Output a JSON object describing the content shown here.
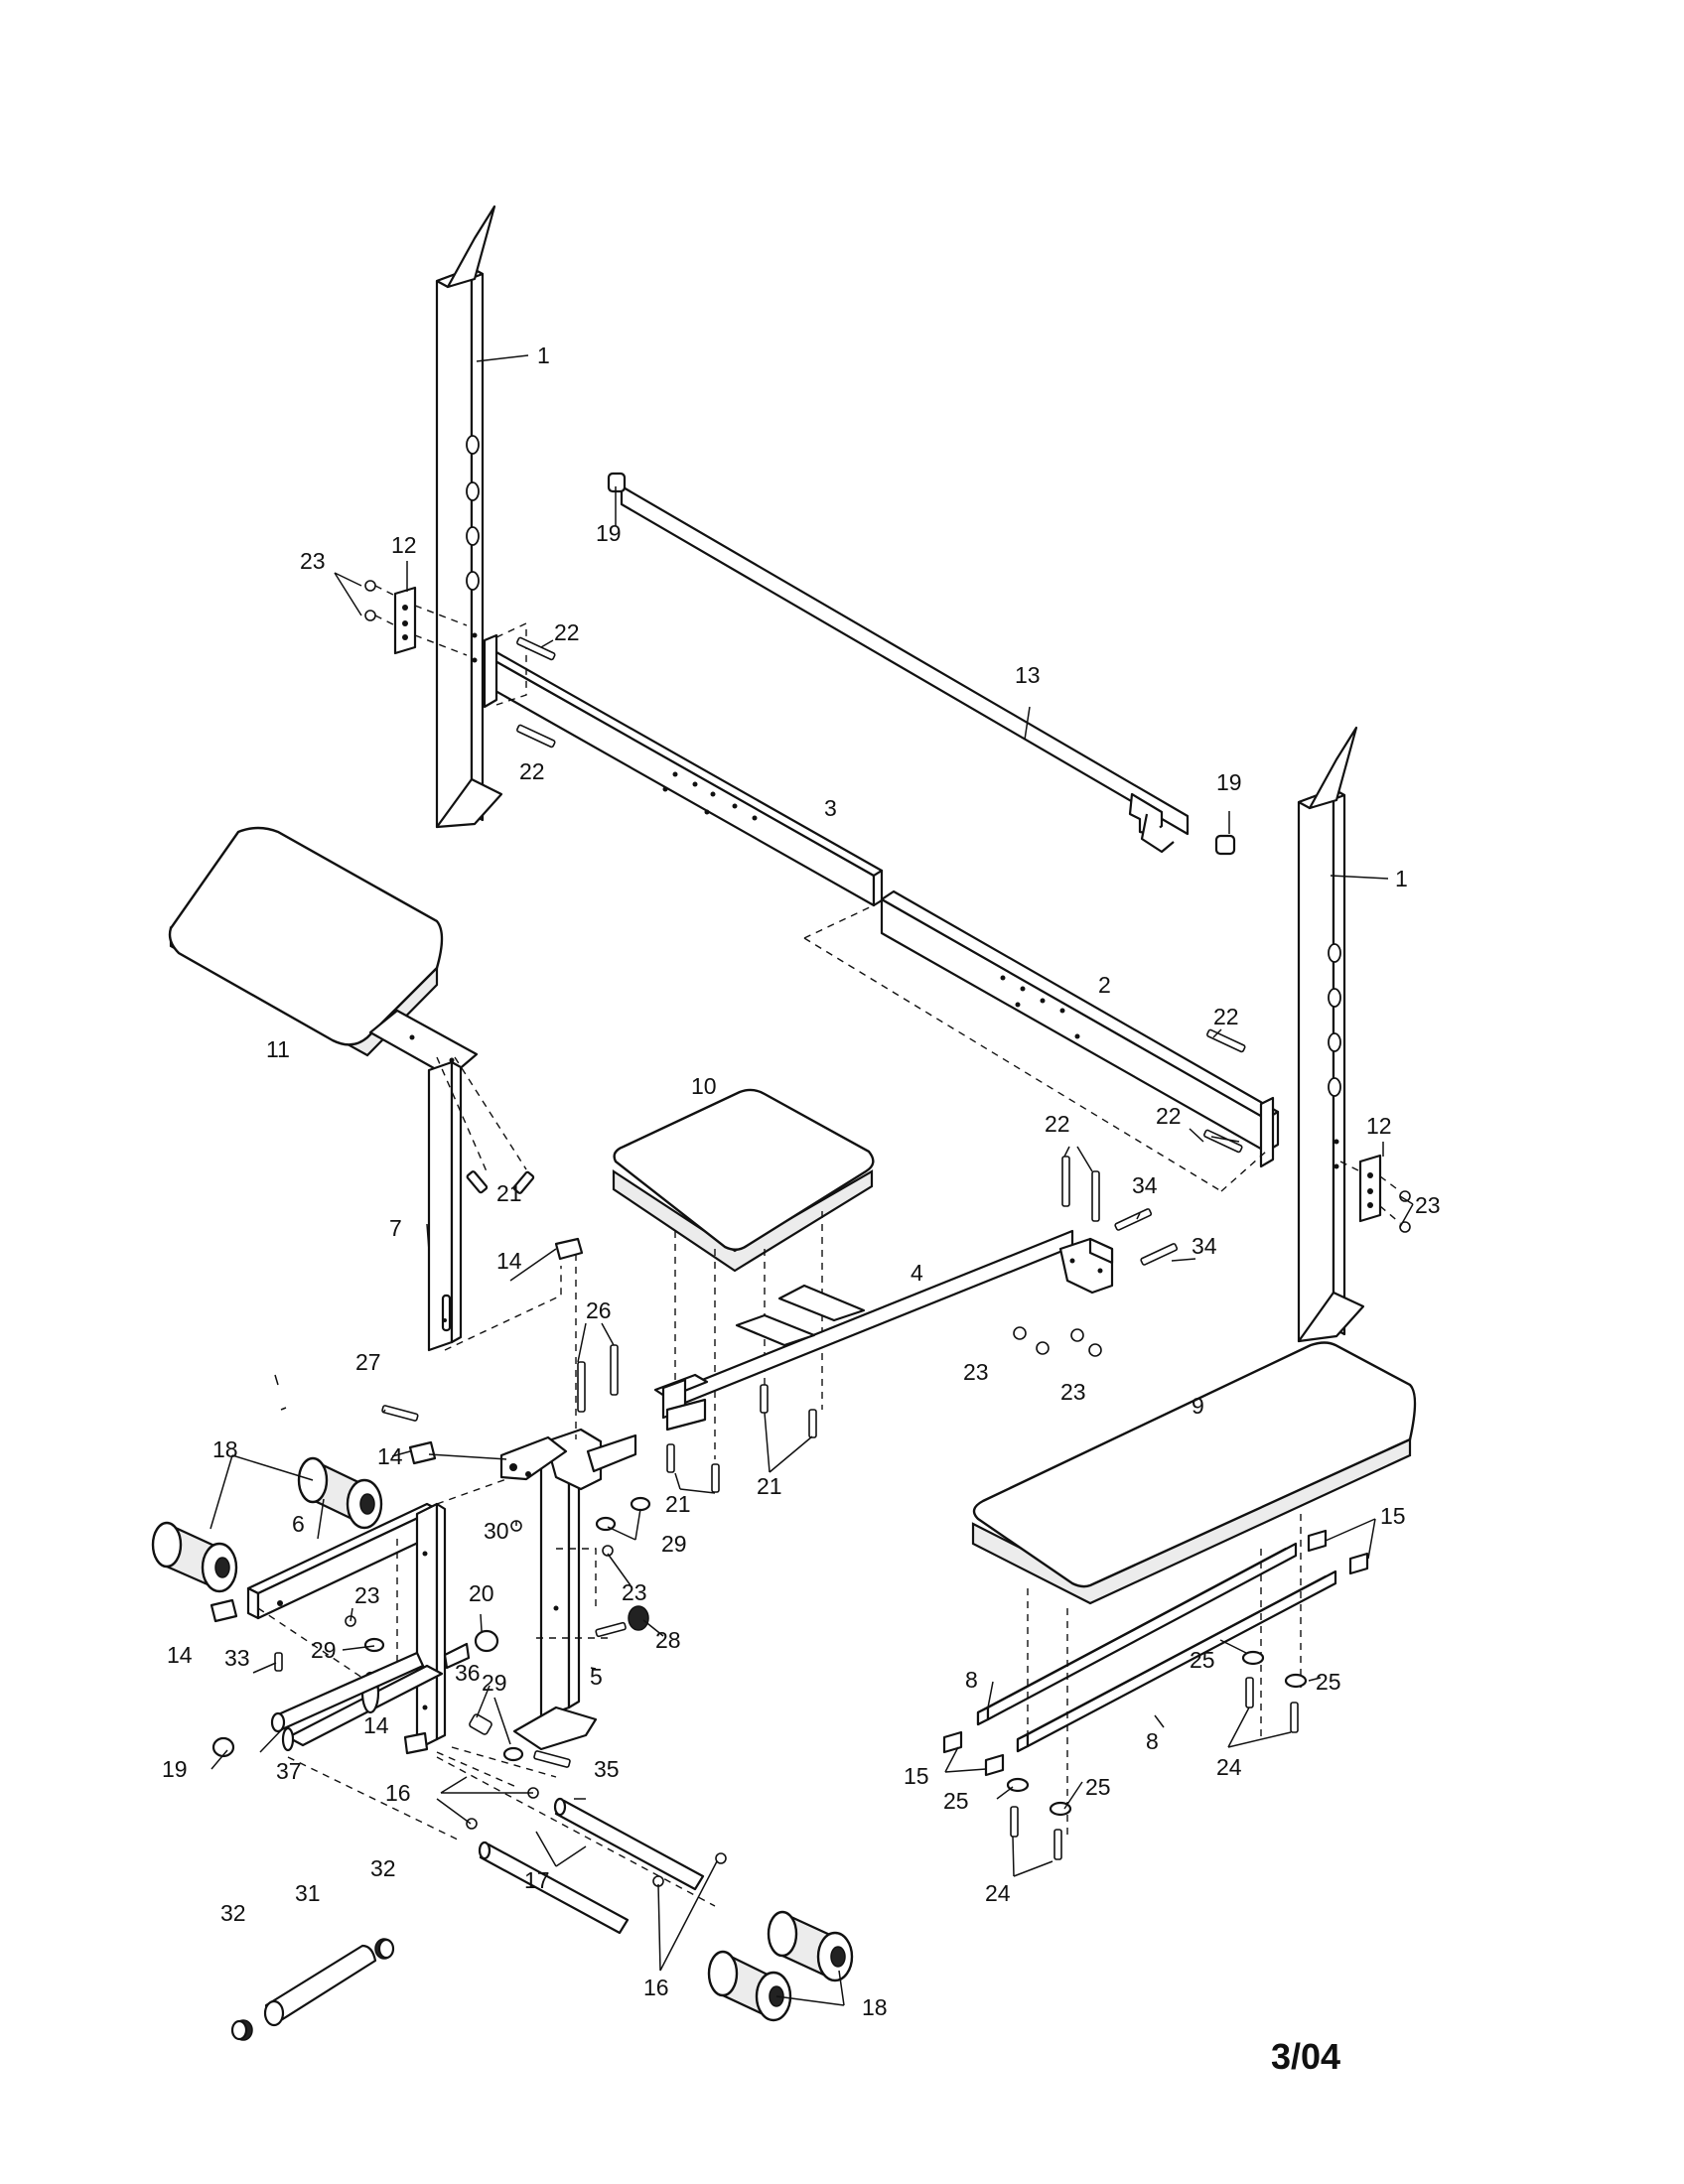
{
  "callouts": {
    "p1": "1",
    "p2": "2",
    "p3": "3",
    "p4": "4",
    "p5": "5",
    "p6": "6",
    "p7": "7",
    "p8": "8",
    "p9": "9",
    "p10": "10",
    "p11": "11",
    "p12": "12",
    "p13": "13",
    "p14": "14",
    "p15": "15",
    "p16": "16",
    "p17": "17",
    "p18": "18",
    "p19": "19",
    "p20": "20",
    "p21": "21",
    "p22": "22",
    "p23": "23",
    "p24": "24",
    "p25": "25",
    "p26": "26",
    "p27": "27",
    "p28": "28",
    "p29": "29",
    "p30": "30",
    "p31": "31",
    "p32": "32",
    "p33": "33",
    "p34": "34",
    "p35": "35",
    "p36": "36",
    "p37": "37"
  },
  "page_number": "3/04"
}
